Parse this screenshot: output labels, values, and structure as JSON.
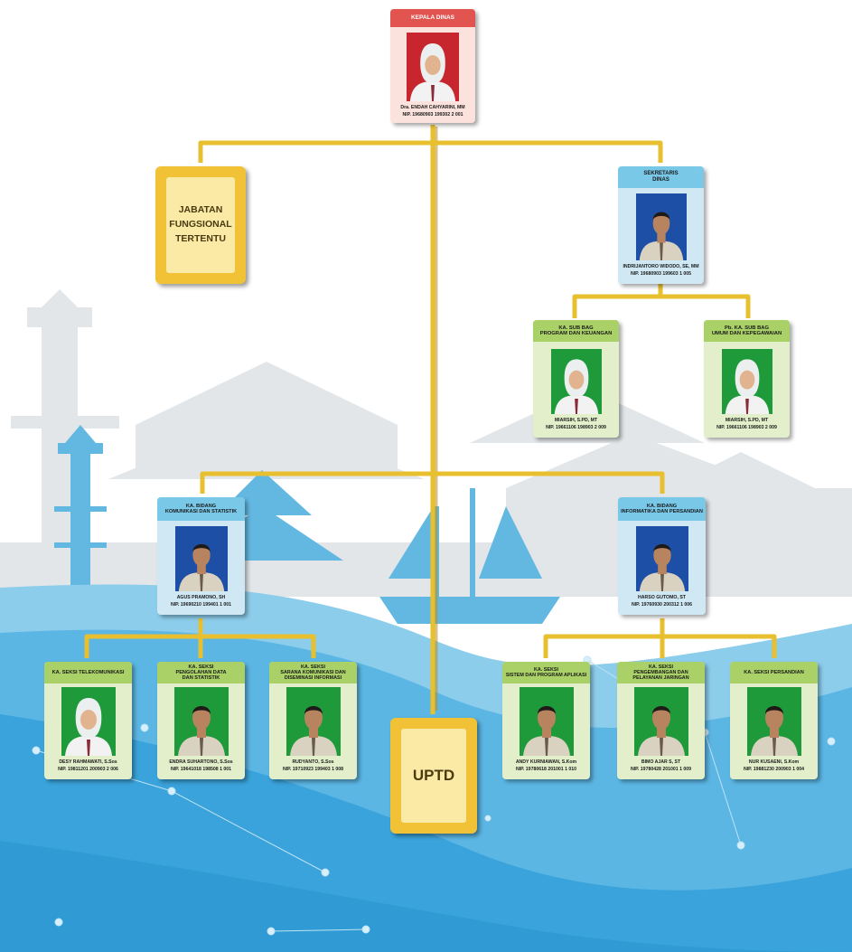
{
  "colors": {
    "connector": "#e8bf2f",
    "sky_light": "#e9f4fa",
    "wave_blue": "#5bb6e4",
    "wave_dark": "#2f9ad4",
    "silhouette": "#e2e6e9"
  },
  "head": {
    "title": "KEPALA DINAS",
    "name": "Dra. ENDAH CAHYARINI, MM",
    "nip": "NIP. 19680903 199302 2 001",
    "photo_bg": "#c7262f"
  },
  "jft": {
    "label": "JABATAN\nFUNGSIONAL\nTERTENTU"
  },
  "uptd": {
    "label": "UPTD"
  },
  "sekretaris": {
    "title": "SEKRETARIS\nDINAS",
    "name": "INDRIJANTORO WIDODO, SE, MM",
    "nip": "NIP. 19680903 199603 1 005",
    "photo_bg": "#1e4fa6"
  },
  "subbag": [
    {
      "title": "KA. SUB BAG\nPROGRAM DAN KEUANGAN",
      "name": "MIARSIH, S.PD, MT",
      "nip": "NIP. 19661106 198903 2 009",
      "photo_bg": "#1f9a3a"
    },
    {
      "title": "Pb. KA. SUB BAG\nUMUM DAN KEPEGAWAIAN",
      "name": "MIARSIH, S.PD, MT",
      "nip": "NIP. 19661106 198903 2 009",
      "photo_bg": "#1f9a3a"
    }
  ],
  "bidang": [
    {
      "title": "KA. BIDANG\nKOMUNIKASI DAN STATISTIK",
      "name": "AGUS PRAMONO, SH",
      "nip": "NIP. 19690210 199401 1 001",
      "photo_bg": "#1e4fa6"
    },
    {
      "title": "KA. BIDANG\nINFORMATIKA DAN PERSANDIAN",
      "name": "HARSO GUTOMO, ST",
      "nip": "NIP. 19760930 200312 1 006",
      "photo_bg": "#1e4fa6"
    }
  ],
  "seksi": [
    {
      "title": "KA. SEKSI TELEKOMUNIKASI",
      "name": "DESY RAHMAWATI, S.Sos",
      "nip": "NIP. 19811201 200903 2 006",
      "photo_bg": "#1f9a3a"
    },
    {
      "title": "KA. SEKSI\nPENGOLAHAN DATA\nDAN STATISTIK",
      "name": "ENDRA SUHARTONO, S.Sos",
      "nip": "NIP. 19641018 198508 1 001",
      "photo_bg": "#1f9a3a"
    },
    {
      "title": "KA. SEKSI\nSARANA KOMUNIKASI DAN\nDISEMINASI INFORMASI",
      "name": "RUDYANTO, S.Sos",
      "nip": "NIP. 19710923 199403 1 008",
      "photo_bg": "#1f9a3a"
    },
    {
      "title": "KA. SEKSI\nSISTEM DAN PROGRAM APLIKASI",
      "name": "ANDY KURNIAWAN, S.Kom",
      "nip": "NIP. 19780618 201001 1 010",
      "photo_bg": "#1f9a3a"
    },
    {
      "title": "KA. SEKSI\nPENGEMBANGAN DAN\nPELAYANAN JARINGAN",
      "name": "BIMO AJAR S, ST",
      "nip": "NIP. 19780428 201001 1 009",
      "photo_bg": "#1f9a3a"
    },
    {
      "title": "KA. SEKSI PERSANDIAN",
      "name": "NUR KUSAENI, S.Kom",
      "nip": "NIP. 19881230 200903 1 004",
      "photo_bg": "#1f9a3a"
    }
  ]
}
